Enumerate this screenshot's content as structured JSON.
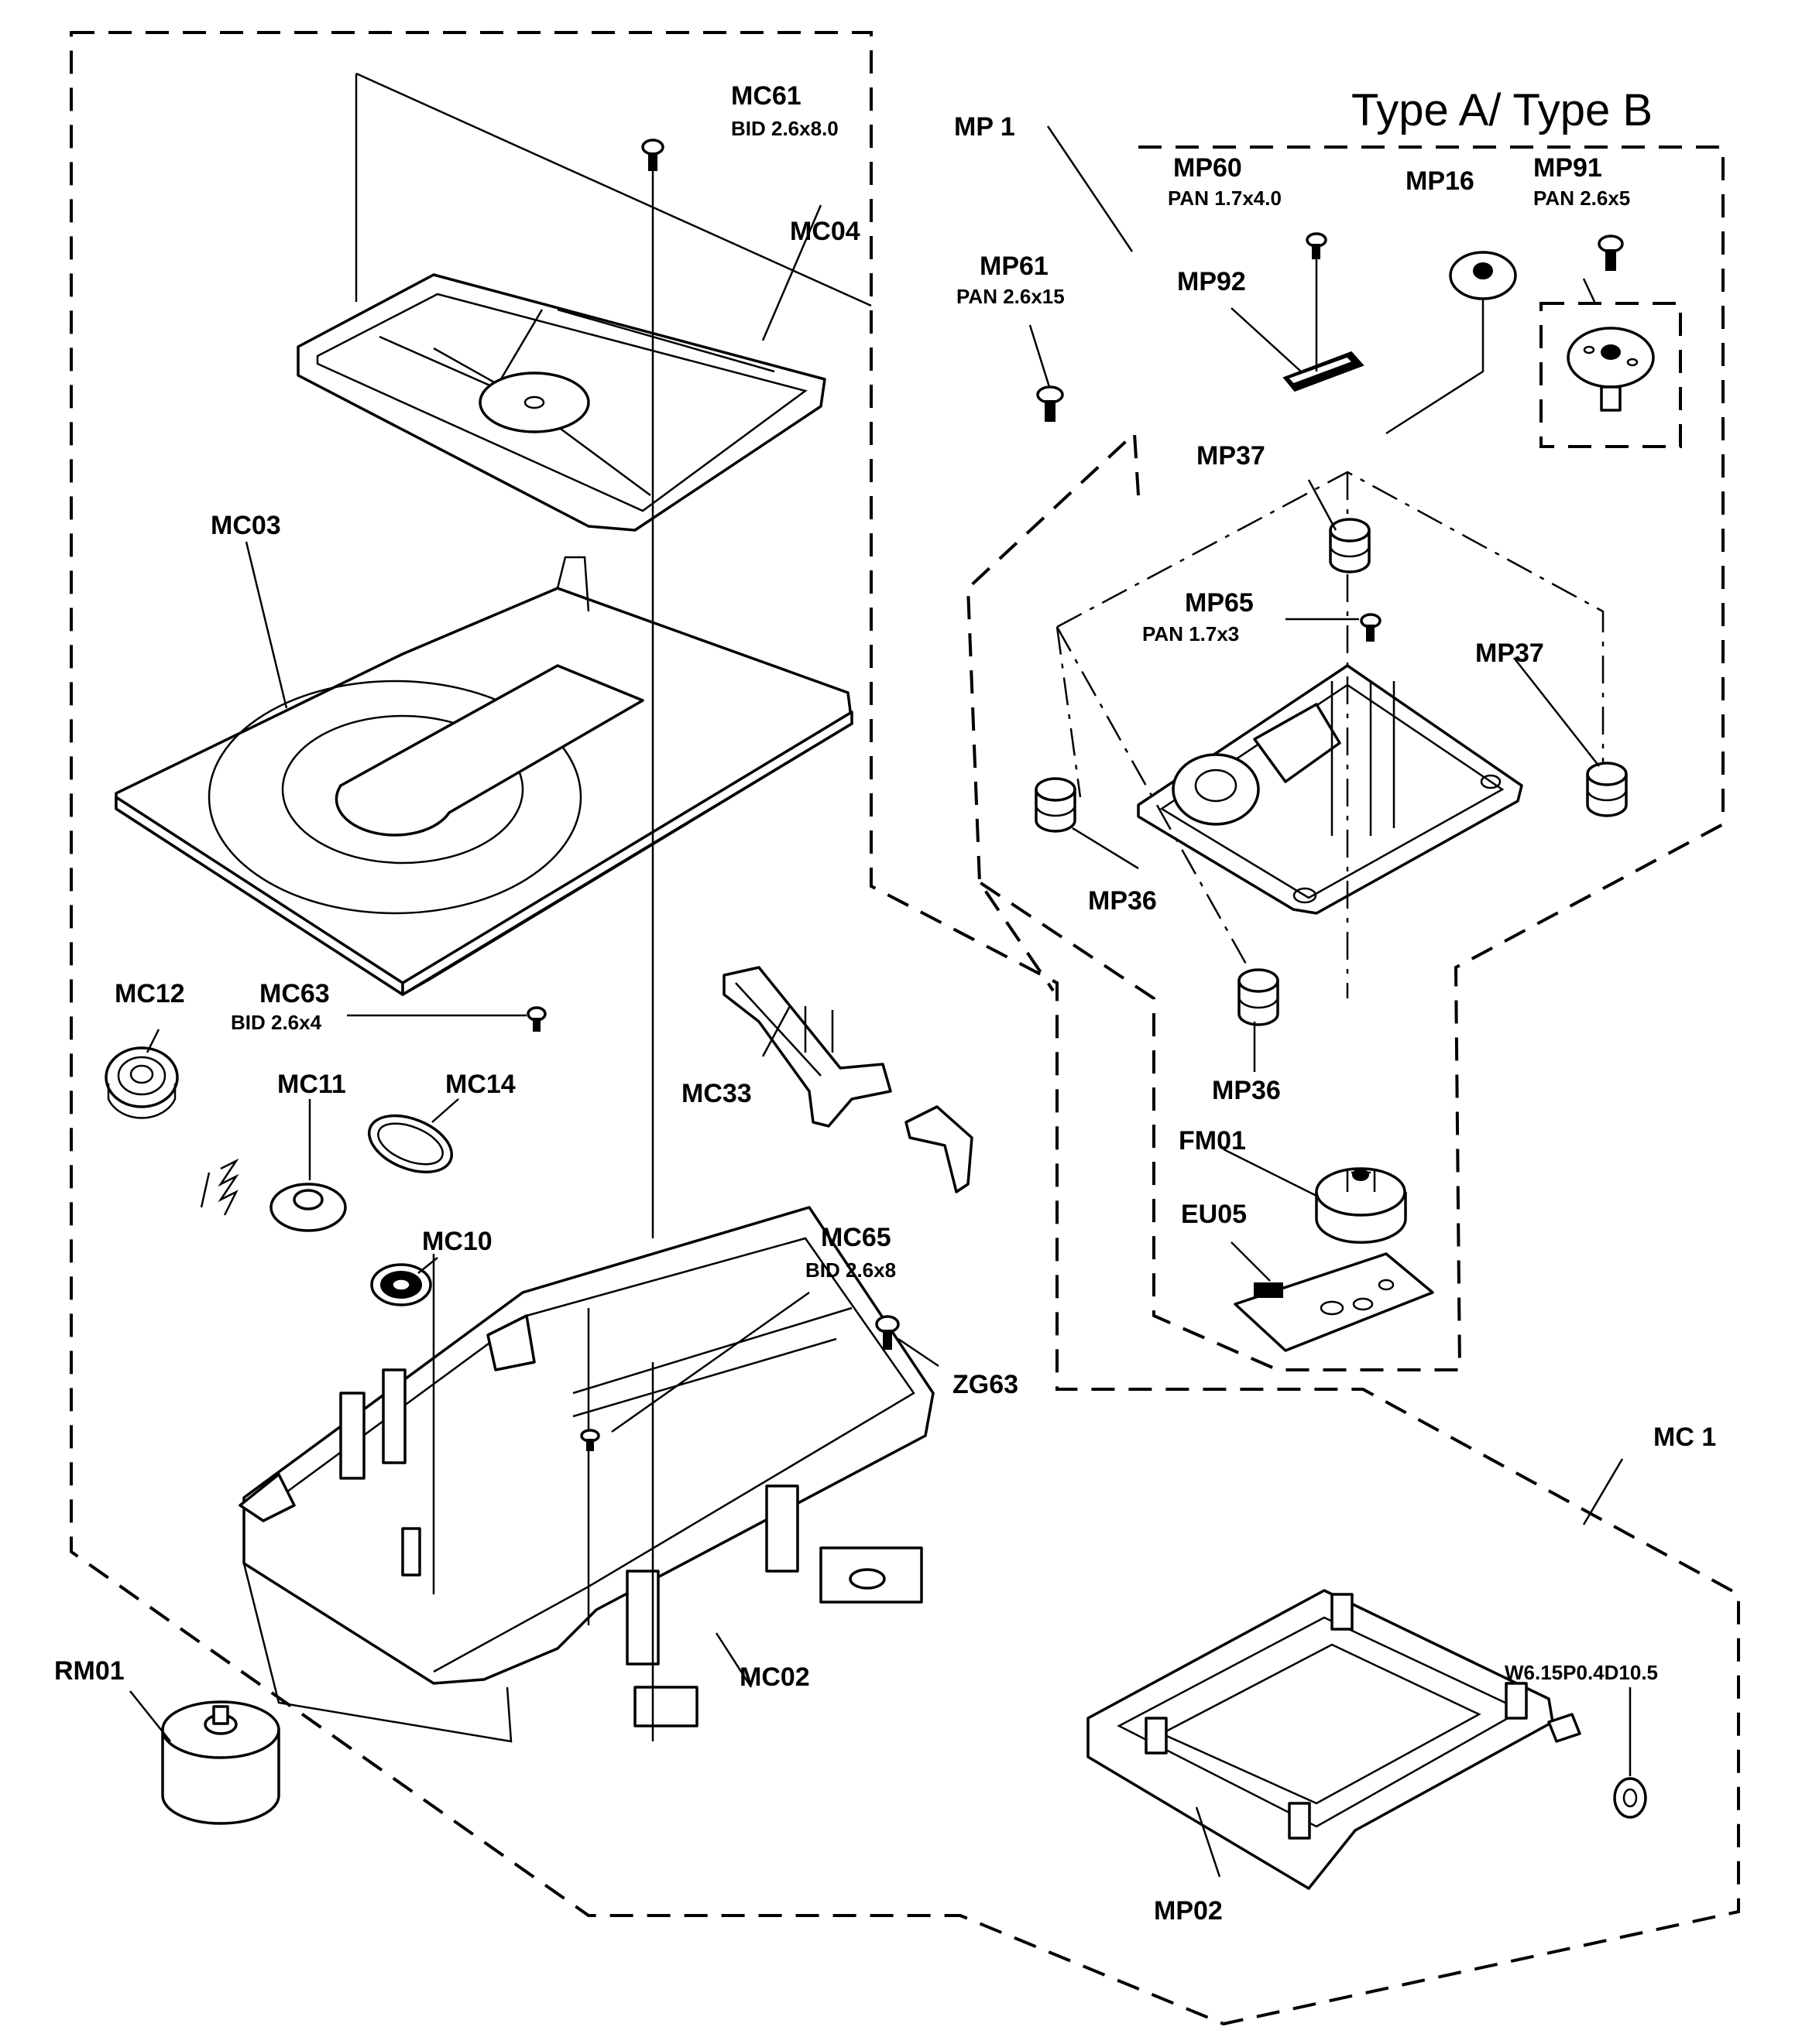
{
  "title": "Type A/ Type B",
  "groups": {
    "mp1": "MP 1",
    "mc1": "MC 1"
  },
  "labels": {
    "MC61": {
      "code": "MC61",
      "spec": "BID 2.6x8.0"
    },
    "MC04": {
      "code": "MC04"
    },
    "MC03": {
      "code": "MC03"
    },
    "MC12": {
      "code": "MC12"
    },
    "MC63": {
      "code": "MC63",
      "spec": "BID 2.6x4"
    },
    "MC11": {
      "code": "MC11"
    },
    "MC14": {
      "code": "MC14"
    },
    "MC10": {
      "code": "MC10"
    },
    "MC33": {
      "code": "MC33"
    },
    "MC65": {
      "code": "MC65",
      "spec": "BID 2.6x8"
    },
    "ZG63": {
      "code": "ZG63"
    },
    "MC02": {
      "code": "MC02"
    },
    "RM01": {
      "code": "RM01"
    },
    "MP60": {
      "code": "MP60",
      "spec": "PAN 1.7x4.0"
    },
    "MP16": {
      "code": "MP16"
    },
    "MP91": {
      "code": "MP91",
      "spec": "PAN 2.6x5"
    },
    "MP61": {
      "code": "MP61",
      "spec": "PAN 2.6x15"
    },
    "MP92": {
      "code": "MP92"
    },
    "MP37a": {
      "code": "MP37"
    },
    "MP65": {
      "code": "MP65",
      "spec": "PAN 1.7x3"
    },
    "MP37b": {
      "code": "MP37"
    },
    "MP36a": {
      "code": "MP36"
    },
    "MP36b": {
      "code": "MP36"
    },
    "FM01": {
      "code": "FM01"
    },
    "EU05": {
      "code": "EU05"
    },
    "MP02": {
      "code": "MP02"
    },
    "W615": {
      "code": "W6.15P0.4D10.5"
    }
  }
}
